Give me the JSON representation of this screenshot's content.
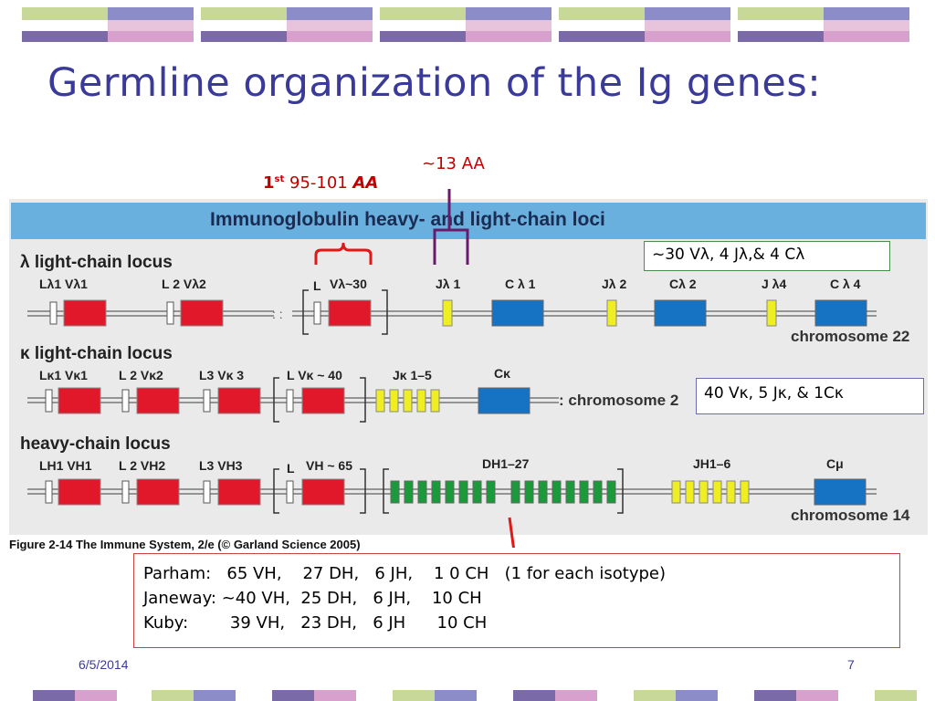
{
  "slide": {
    "title": "Germline organization of the Ig genes:",
    "date": "6/5/2014",
    "page_number": "7"
  },
  "annotations": {
    "aa13": "~13 AA",
    "first_sup": "st",
    "first_num": "1",
    "range_text": "95-101",
    "aa_label": "AA"
  },
  "figure": {
    "header": "Immunoglobulin heavy- and light-chain loci",
    "caption": "Figure 2-14  The Immune System, 2/e (© Garland Science 2005)",
    "lambda": {
      "title": "λ  light-chain locus",
      "labels": [
        "Lλ1 Vλ1",
        "L 2  Vλ2",
        "L",
        "Vλ~30",
        "Jλ 1",
        "C λ 1",
        "Jλ 2",
        "Cλ 2",
        "J λ4",
        "C λ 4"
      ],
      "chromosome": "chromosome 22"
    },
    "kappa": {
      "title": "κ  light-chain locus",
      "labels": [
        "Lκ1 Vκ1",
        "L 2  Vκ2",
        "L3  Vκ 3",
        "L  Vκ ~ 40",
        "Jκ 1–5",
        "Cκ"
      ],
      "chromosome": ": chromosome 2"
    },
    "heavy": {
      "title": "heavy-chain locus",
      "labels": [
        "LH1 VH1",
        "L 2  VH2",
        "L3  VH3",
        "L",
        "VH ~ 65",
        "DH1–27",
        "JH1–6",
        "Cμ"
      ],
      "chromosome": "chromosome 14"
    }
  },
  "callouts": {
    "lambda": "~30 Vλ, 4 Jλ,& 4 Cλ",
    "kappa": "40 Vκ, 5 Jκ, & 1Cκ"
  },
  "counts": {
    "parham": "Parham:   65 VH,    27 DH,   6 JH,    1 0 CH   (1 for each isotype)",
    "janeway": "Janeway: ~40 VH,  25 DH,   6 JH,    10 CH",
    "kuby": "Kuby:        39 VH,   23 DH,   6 JH      10 CH"
  },
  "colors": {
    "title": "#3a3a9a",
    "v_segment": "#e0182a",
    "j_segment": "#eeee22",
    "c_segment": "#1673c4",
    "d_segment": "#1a9a3a",
    "annotation_red": "#c00000",
    "bracket_purple": "#6a1a6a",
    "header_blue": "#6ab0de"
  }
}
